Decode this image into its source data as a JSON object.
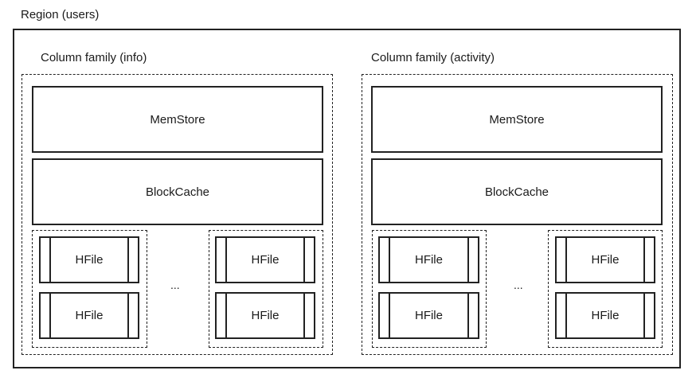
{
  "region": {
    "label": "Region (users)"
  },
  "families": [
    {
      "label": "Column family (info)",
      "memstore": "MemStore",
      "blockcache": "BlockCache",
      "hfile_label": "HFile",
      "ellipsis": "..."
    },
    {
      "label": "Column family (activity)",
      "memstore": "MemStore",
      "blockcache": "BlockCache",
      "hfile_label": "HFile",
      "ellipsis": "..."
    }
  ]
}
